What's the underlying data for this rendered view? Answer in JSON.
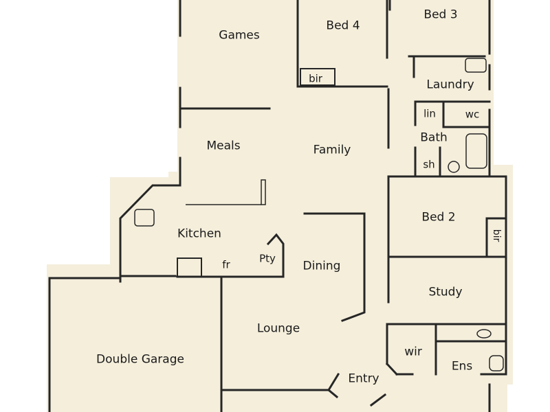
{
  "colors": {
    "paper": "#f4eedb",
    "wall": "#262626",
    "background": "#ffffff"
  },
  "plan": {
    "rooms": {
      "games": "Games",
      "bed4": "Bed 4",
      "bed3": "Bed 3",
      "laundry": "Laundry",
      "meals": "Meals",
      "family": "Family",
      "bath": "Bath",
      "bed2": "Bed 2",
      "kitchen": "Kitchen",
      "dining": "Dining",
      "study": "Study",
      "lounge": "Lounge",
      "double_garage": "Double Garage",
      "entry": "Entry",
      "wir": "wir",
      "ens": "Ens"
    },
    "fixtures": {
      "bir_bed4": "bir",
      "lin": "lin",
      "wc": "wc",
      "sh": "sh",
      "bir_bed2": "bir",
      "fr": "fr",
      "pty": "Pty"
    }
  }
}
